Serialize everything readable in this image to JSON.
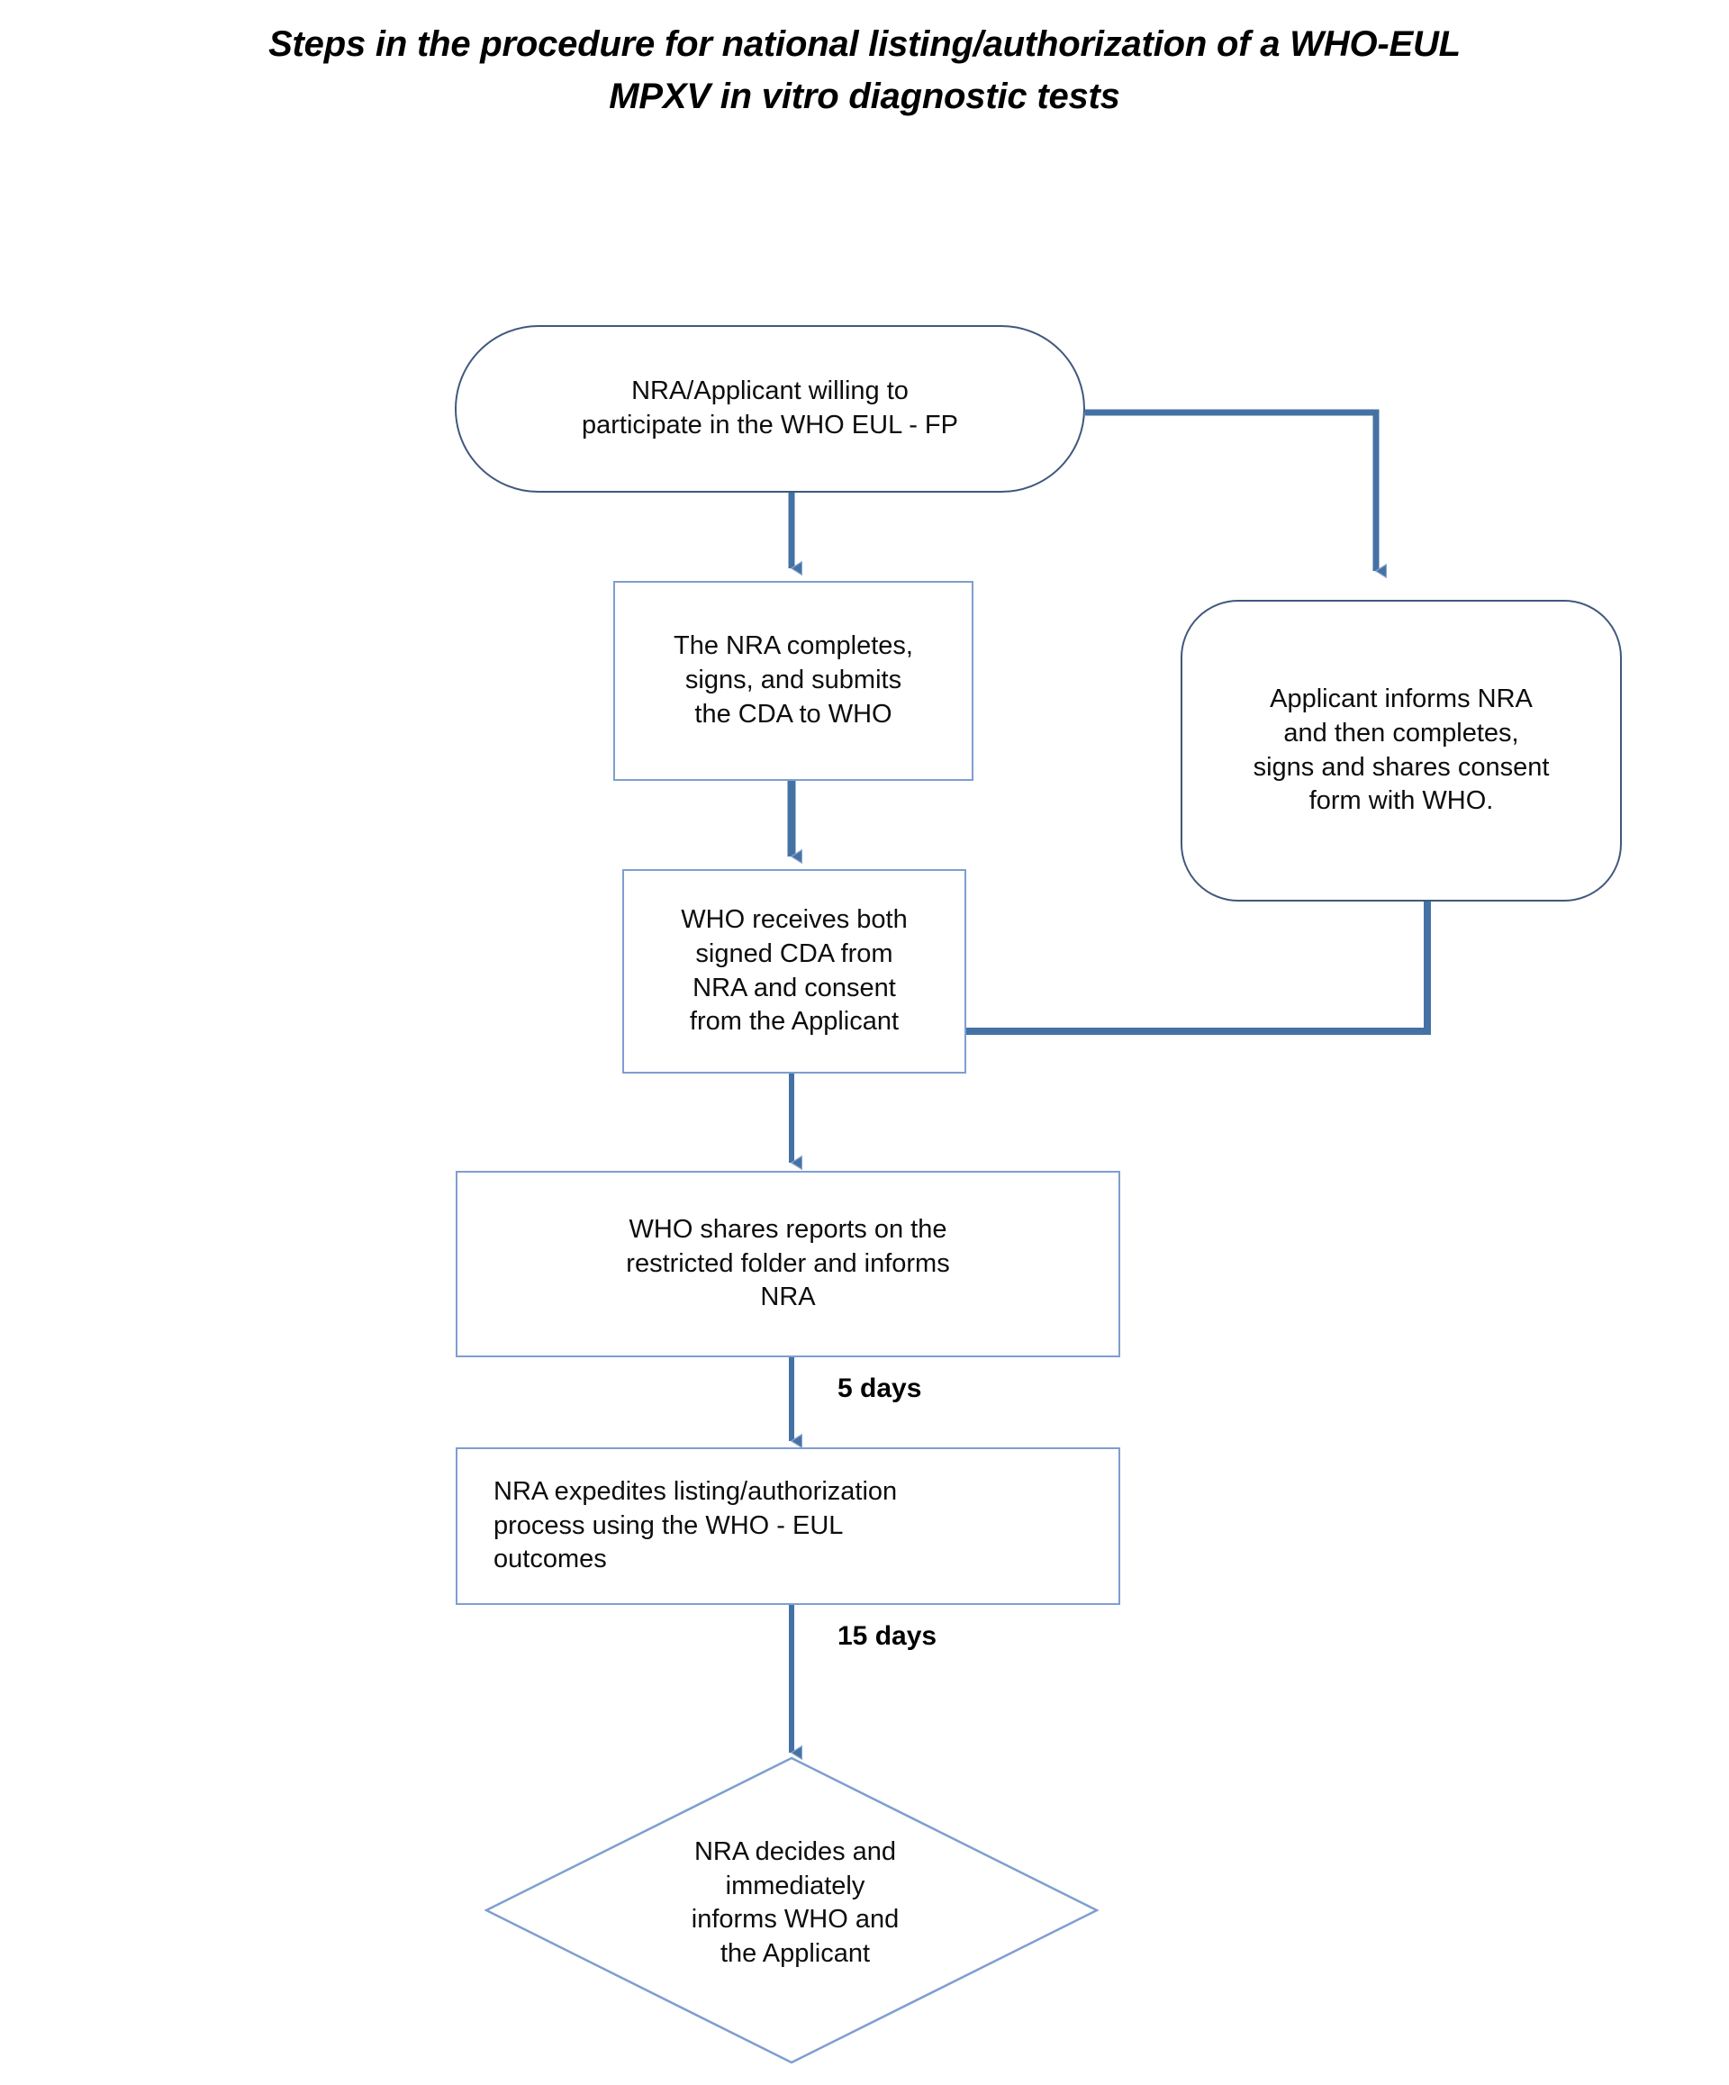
{
  "title": {
    "line1": "Steps in the procedure for national listing/authorization of a WHO-EUL",
    "line2": "MPXV in vitro diagnostic tests"
  },
  "colors": {
    "arrow_blue": "#4472a4",
    "terminal_border": "#41587c",
    "process_border": "#7f9ed0",
    "diamond_border": "#7f9ed0",
    "text": "#0d0d0d",
    "background": "#ffffff"
  },
  "chart_data": {
    "type": "diagram",
    "diagram_type": "flowchart",
    "orientation": "top-to-bottom",
    "title": "Steps in the procedure for national listing/authorization of a WHO-EUL MPXV in vitro diagnostic tests",
    "nodes": [
      {
        "id": "start",
        "shape": "stadium",
        "label": "NRA/Applicant willing to\nparticipate in the WHO EUL - FP"
      },
      {
        "id": "nra_cda",
        "shape": "rectangle",
        "label": "The NRA completes,\nsigns, and submits\nthe CDA to WHO"
      },
      {
        "id": "applicant_consent",
        "shape": "rounded-rectangle",
        "label": "Applicant informs NRA\nand then completes,\nsigns and shares consent\nform with  WHO."
      },
      {
        "id": "who_receives",
        "shape": "rectangle",
        "label": "WHO receives both\nsigned CDA from\nNRA and consent\nfrom the Applicant"
      },
      {
        "id": "who_shares",
        "shape": "rectangle",
        "label": "WHO shares reports on the\nrestricted folder and informs\nNRA"
      },
      {
        "id": "nra_expedites",
        "shape": "rectangle",
        "label": "NRA expedites listing/authorization\nprocess using the WHO - EUL\noutcomes"
      },
      {
        "id": "nra_decides",
        "shape": "diamond",
        "label": "NRA decides and\nimmediately\ninforms WHO and\nthe Applicant"
      }
    ],
    "edges": [
      {
        "from": "start",
        "to": "nra_cda",
        "label": ""
      },
      {
        "from": "start",
        "to": "applicant_consent",
        "label": ""
      },
      {
        "from": "nra_cda",
        "to": "who_receives",
        "label": ""
      },
      {
        "from": "applicant_consent",
        "to": "who_receives",
        "label": ""
      },
      {
        "from": "who_receives",
        "to": "who_shares",
        "label": ""
      },
      {
        "from": "who_shares",
        "to": "nra_expedites",
        "label": "5 days"
      },
      {
        "from": "nra_expedites",
        "to": "nra_decides",
        "label": "15 days"
      }
    ],
    "edge_labels": [
      "5 days",
      "15 days"
    ]
  },
  "nodes": {
    "start": {
      "label": "NRA/Applicant willing to\nparticipate in the WHO EUL - FP"
    },
    "nra_cda": {
      "label": "The NRA completes,\nsigns, and submits\nthe CDA to WHO"
    },
    "applicant_consent": {
      "label": "Applicant informs NRA\nand then completes,\nsigns and shares consent\nform with  WHO."
    },
    "who_receives": {
      "label": "WHO receives both\nsigned CDA from\nNRA and consent\nfrom the Applicant"
    },
    "who_shares": {
      "label": "WHO shares reports on the\nrestricted folder and informs\nNRA"
    },
    "nra_expedites": {
      "label": "NRA expedites listing/authorization\nprocess using the WHO - EUL\noutcomes"
    },
    "nra_decides": {
      "label": "NRA decides and\nimmediately\ninforms WHO and\nthe Applicant"
    }
  },
  "edge_labels": {
    "five_days": "5 days",
    "fifteen_days": "15 days"
  }
}
